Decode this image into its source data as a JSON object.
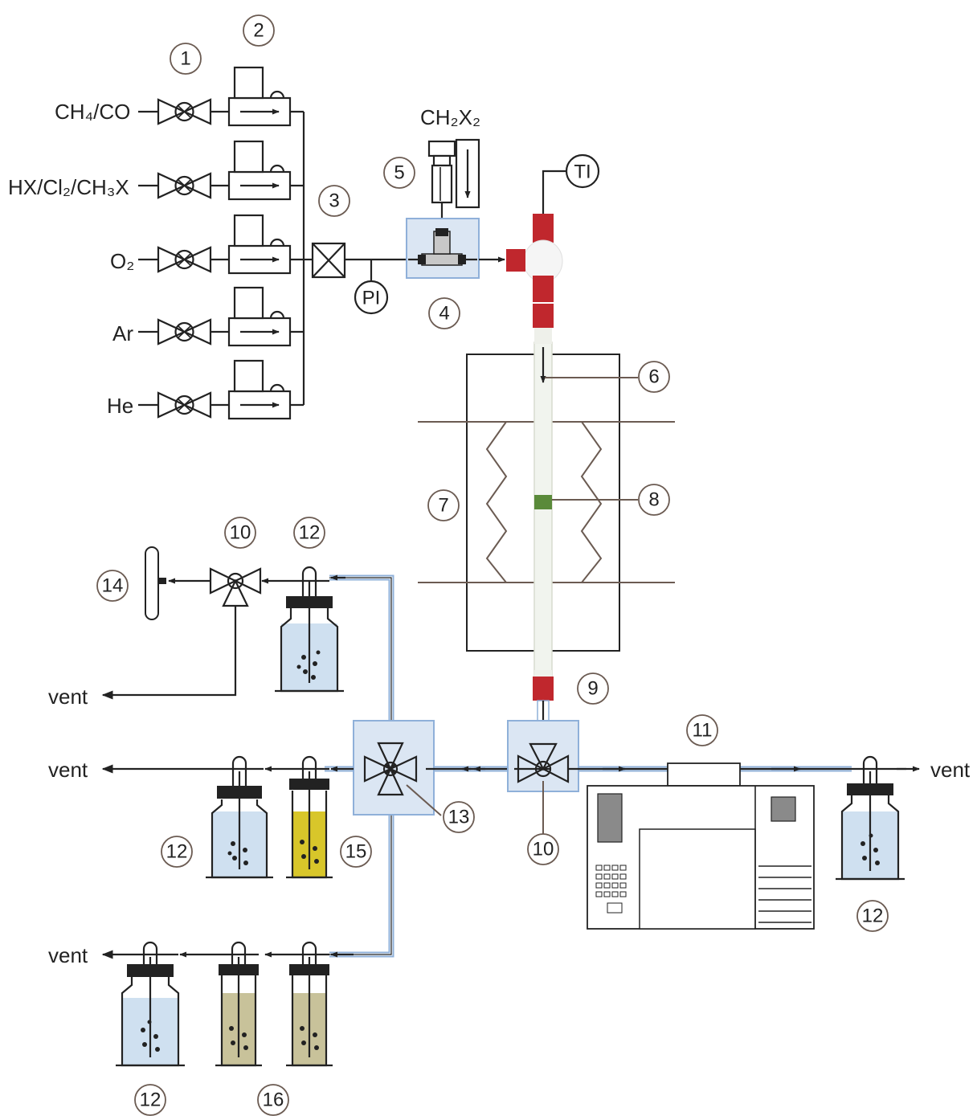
{
  "gases": [
    {
      "id": "ch4co",
      "label": "CH₄/CO"
    },
    {
      "id": "hx",
      "label": "HX/Cl₂/CH₃X"
    },
    {
      "id": "o2",
      "label": "O₂"
    },
    {
      "id": "ar",
      "label": "Ar"
    },
    {
      "id": "he",
      "label": "He"
    }
  ],
  "reagent_label": "CH₂X₂",
  "pressure_indicator": "PI",
  "temperature_indicator": "TI",
  "vent_labels": {
    "mid": "vent",
    "left": "vent",
    "right": "vent",
    "bottom": "vent"
  },
  "callouts": {
    "n1": "1",
    "n2": "2",
    "n3": "3",
    "n4": "4",
    "n5": "5",
    "n6": "6",
    "n7": "7",
    "n8": "8",
    "n9": "9",
    "n10a": "10",
    "n10b": "10",
    "n11": "11",
    "n12a": "12",
    "n12b": "12",
    "n12c": "12",
    "n12d": "12",
    "n13": "13",
    "n14": "14",
    "n15": "15",
    "n16": "16"
  },
  "colors": {
    "line": "#222222",
    "callout_ring": "#6b5b52",
    "thermostat_fill": "#dbe6f3",
    "thermostat_edge": "#8fb0d9",
    "cap_red": "#c0272d",
    "catalyst_green": "#5a8a3a",
    "scrubber_liquid": "#cfe0f0",
    "impinger_yellow": "#d8c62a",
    "impinger_khaki": "#c8c29a"
  }
}
